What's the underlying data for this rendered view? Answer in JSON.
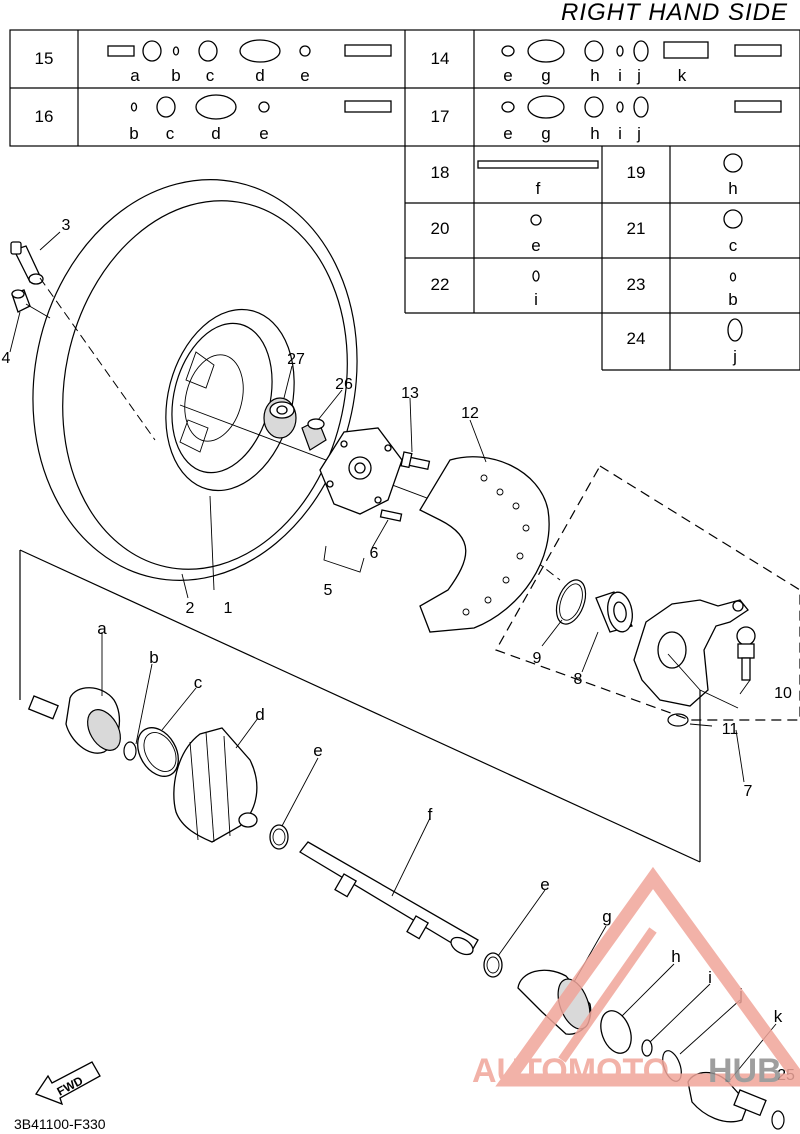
{
  "title": "RIGHT HAND SIDE",
  "diagram_code": "3B41100-F330",
  "fwd_label": "FWD",
  "watermark": {
    "word1": "AUTOMOTO",
    "word2": "HUB",
    "color_main": "#f0a59a",
    "color_dark": "#8e8e8e"
  },
  "kit_table": [
    {
      "ref": "15",
      "letters": [
        "a",
        "b",
        "c",
        "d",
        "e"
      ]
    },
    {
      "ref": "14",
      "letters": [
        "e",
        "g",
        "h",
        "i",
        "j",
        "k"
      ]
    },
    {
      "ref": "16",
      "letters": [
        "b",
        "c",
        "d",
        "e"
      ]
    },
    {
      "ref": "17",
      "letters": [
        "e",
        "g",
        "h",
        "i",
        "j"
      ]
    },
    {
      "ref": "18",
      "letters": [
        "f"
      ]
    },
    {
      "ref": "19",
      "letters": [
        "h"
      ]
    },
    {
      "ref": "20",
      "letters": [
        "e"
      ]
    },
    {
      "ref": "21",
      "letters": [
        "c"
      ]
    },
    {
      "ref": "22",
      "letters": [
        "i"
      ]
    },
    {
      "ref": "23",
      "letters": [
        "b"
      ]
    },
    {
      "ref": "24",
      "letters": [
        "j"
      ]
    }
  ],
  "callouts": {
    "n1": "1",
    "n2": "2",
    "n3": "3",
    "n4": "4",
    "n5": "5",
    "n6": "6",
    "n7": "7",
    "n8": "8",
    "n9": "9",
    "n10": "10",
    "n11": "11",
    "n12": "12",
    "n13": "13",
    "n25": "25",
    "n26": "26",
    "n27": "27",
    "la": "a",
    "lb": "b",
    "lc": "c",
    "ld": "d",
    "le1": "e",
    "lf": "f",
    "le2": "e",
    "lg": "g",
    "lh": "h",
    "li": "i",
    "lj": "j",
    "lk": "k"
  }
}
